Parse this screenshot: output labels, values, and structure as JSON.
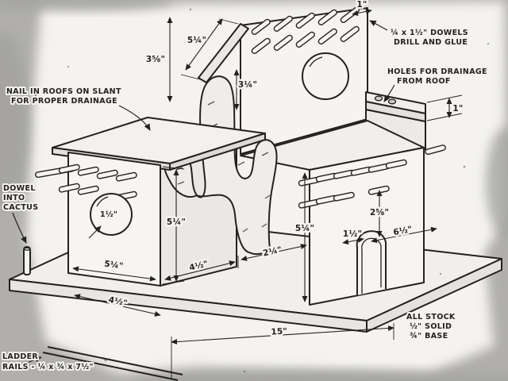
{
  "notes": {
    "nail_roofs": [
      "NAIL IN ROOFS ON SLANT",
      "FOR PROPER DRAINAGE"
    ],
    "dowel_cactus": [
      "DOWEL",
      "INTO",
      "CACTUS"
    ],
    "dowel_spec": [
      "¼ x 1½\" DOWELS",
      "DRILL AND GLUE"
    ],
    "drain_holes": [
      "HOLES FOR DRAINAGE",
      "FROM ROOF"
    ],
    "stock": [
      "ALL STOCK",
      "½\" SOLID",
      "¾\" BASE"
    ],
    "ladder": [
      "LADDER",
      "RAILS - ¼ x ¾ x 7½\""
    ]
  },
  "dimensions": {
    "roof_width": "5¼\"",
    "upper_wall_height": "3⅝\"",
    "hole_drop": "3¼\"",
    "top_dowel_spacing": "1\"",
    "ledge_height": "1\"",
    "entry_hole_diameter": "1½\"",
    "left_box_height": "5¼\"",
    "left_box_width": "5¼\"",
    "left_gap": "4½\"",
    "center_gap": "2¼\"",
    "right_box_height": "5¼\"",
    "arch_height": "2⅝\"",
    "arch_width": "1½\"",
    "right_box_width": "6½\"",
    "base_depth": "4½\"",
    "base_length": "15\""
  },
  "colors": {
    "ink": "#24221f",
    "paper": "#f4f3f0",
    "background": "#b0afac"
  }
}
